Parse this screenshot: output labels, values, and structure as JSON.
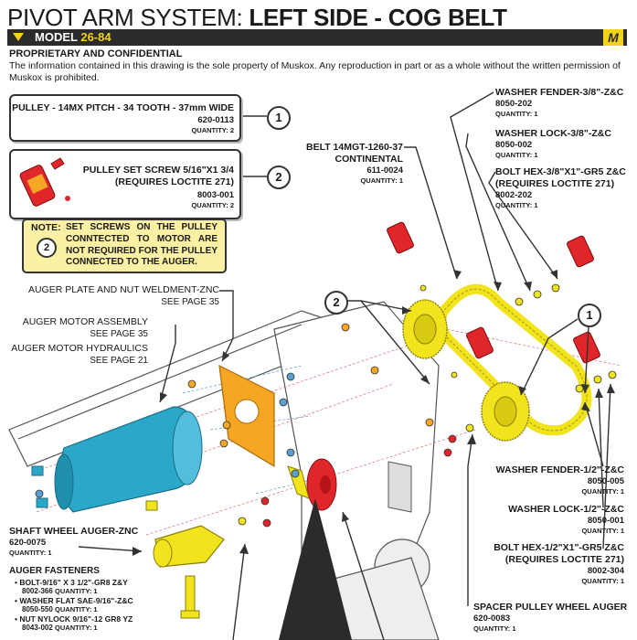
{
  "header": {
    "title_light": "PIVOT ARM SYSTEM:",
    "title_bold": "LEFT SIDE - COG BELT",
    "model_label": "MODEL",
    "model_number": "26-84",
    "logo": "M",
    "confidential_heading": "PROPRIETARY AND CONFIDENTIAL",
    "confidential_text": "The information contained in this drawing is the sole property of Muskox.  Any reproduction in part or as a whole without the written permission of Muskox is prohibited."
  },
  "callouts": {
    "pulley": {
      "name": "PULLEY - 14MX PITCH - 34 TOOTH - 37mm WIDE",
      "part": "620-0113",
      "qty": "QUANTITY: 2",
      "ref": "1"
    },
    "set_screw": {
      "name": "PULLEY SET SCREW 5/16\"X1 3/4",
      "name2": "(REQUIRES LOCTITE 271)",
      "part": "8003-001",
      "qty": "QUANTITY: 2",
      "ref": "2"
    },
    "note": {
      "label": "NOTE:",
      "ref": "2",
      "text": "SET SCREWS ON THE PULLEY CONNTECTED TO MOTOR ARE NOT REQUIRED FOR THE PULLEY CONNECTED TO THE AUGER."
    },
    "belt": {
      "name": "BELT 14MGT-1260-37",
      "name2": "CONTINENTAL",
      "part": "611-0024",
      "qty": "QUANTITY: 1"
    },
    "washer_fender_38": {
      "name": "WASHER FENDER-3/8\"-Z&C",
      "part": "8050-202",
      "qty": "QUANTITY: 1"
    },
    "washer_lock_38": {
      "name": "WASHER LOCK-3/8\"-Z&C",
      "part": "8050-002",
      "qty": "QUANTITY: 1"
    },
    "bolt_hex_38": {
      "name": "BOLT HEX-3/8\"X1\"-GR5 Z&C",
      "name2": "(REQUIRES LOCTITE 271)",
      "part": "8002-202",
      "qty": "QUANTITY: 1"
    },
    "auger_plate": {
      "name": "AUGER PLATE AND NUT WELDMENT-ZNC",
      "see": "SEE PAGE 35"
    },
    "auger_motor": {
      "name": "AUGER MOTOR ASSEMBLY",
      "see": "SEE PAGE 35"
    },
    "auger_hydraulics": {
      "name": "AUGER MOTOR HYDRAULICS",
      "see": "SEE PAGE 21"
    },
    "washer_fender_12": {
      "name": "WASHER FENDER-1/2\"-Z&C",
      "part": "8050-005",
      "qty": "QUANTITY: 1"
    },
    "washer_lock_12": {
      "name": "WASHER LOCK-1/2\"-Z&C",
      "part": "8050-001",
      "qty": "QUANTITY: 1"
    },
    "bolt_hex_12": {
      "name": "BOLT HEX-1/2\"X1\"-GR5 Z&C",
      "name2": "(REQUIRES LOCTITE 271)",
      "part": "8002-304",
      "qty": "QUANTITY: 1"
    },
    "shaft_wheel": {
      "name": "SHAFT WHEEL AUGER-ZNC",
      "part": "620-0075",
      "qty": "QUANTITY: 1"
    },
    "spacer": {
      "name": "SPACER PULLEY WHEEL AUGER",
      "part": "620-0083",
      "qty": "QUANTITY: 1"
    },
    "auger_fasteners": {
      "heading": "AUGER FASTENERS",
      "items": [
        {
          "name": "BOLT-9/16\" X 3 1/2\"-GR8 Z&Y",
          "part": "8002-366",
          "qty": "QUANTITY: 1"
        },
        {
          "name": "WASHER FLAT SAE-9/16\"-Z&C",
          "part": "8050-550",
          "qty": "QUANTITY: 1"
        },
        {
          "name": "NUT NYLOCK 9/16\"-12 GR8 YZ",
          "part": "8043-002",
          "qty": "QUANTITY: 1"
        }
      ]
    },
    "diagram_refs": {
      "ref2": "2",
      "ref1": "1"
    }
  },
  "colors": {
    "accent": "#f2d31b",
    "belt": "#f1e31c",
    "motor": "#2aa7c9",
    "plate": "#f5a623",
    "hub": "#e0262b",
    "note_bg": "#fbf0a4"
  }
}
